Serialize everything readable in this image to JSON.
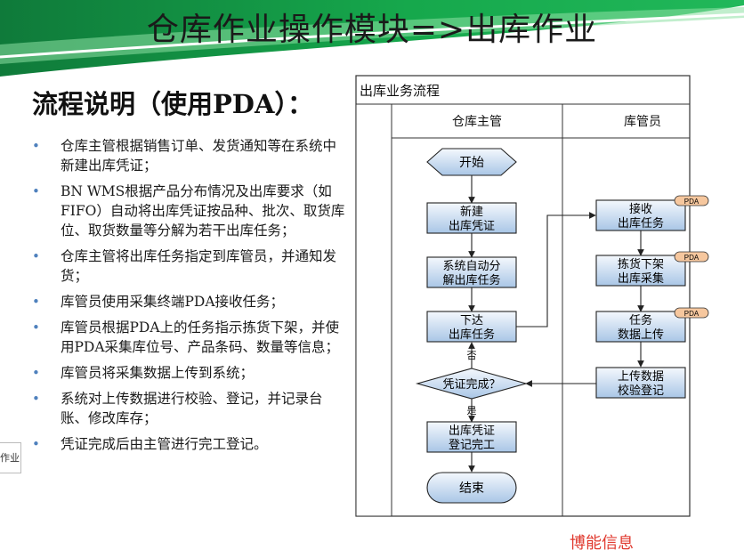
{
  "header": {
    "title": "仓库作业操作模块=>出库作业"
  },
  "content": {
    "subtitle": "流程说明（使用PDA）：",
    "bullets": [
      "仓库主管根据销售订单、发货通知等在系统中新建出库凭证；",
      "BN WMS根据产品分布情况及出库要求（如FIFO）自动将出库凭证按品种、批次、取货库位、取货数量等分解为若干出库任务；",
      "仓库主管将出库任务指定到库管员，并通知发货；",
      "库管员使用采集终端PDA接收任务；",
      "库管员根据PDA上的任务指示拣货下架，并使用PDA采集库位号、产品条码、数量等信息；",
      "库管员将采集数据上传到系统；",
      "系统对上传数据进行校验、登记，并记录台账、修改库存；",
      "凭证完成后由主管进行完工登记。"
    ],
    "side_tab": "作业"
  },
  "flowchart": {
    "title": "出库业务流程",
    "lanes": [
      "仓库主管",
      "库管员"
    ],
    "nodes": {
      "start": "开始",
      "create": [
        "新建",
        "出库凭证"
      ],
      "split": [
        "系统自动分",
        "解出库任务"
      ],
      "issue": [
        "下达",
        "出库任务"
      ],
      "decision": "凭证完成？",
      "complete": [
        "出库凭证",
        "登记完工"
      ],
      "end": "结束",
      "receive": [
        "接收",
        "出库任务"
      ],
      "pick": [
        "拣货下架",
        "出库采集"
      ],
      "upload": [
        "任务",
        "数据上传"
      ],
      "verify": [
        "上传数据",
        "校验登记"
      ]
    },
    "badge": "PDA",
    "labels": {
      "no": "否",
      "yes": "是"
    },
    "colors": {
      "box_top": "#f4f8fd",
      "box_bottom": "#a9c6e6",
      "border": "#2b2b2b",
      "badge": "#f6c79e"
    }
  },
  "footer": {
    "brand": "博能信息"
  }
}
